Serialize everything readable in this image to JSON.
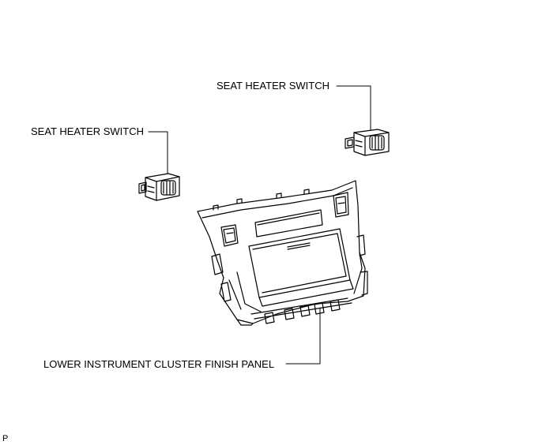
{
  "labels": {
    "seat_heater_switch_right": "SEAT HEATER SWITCH",
    "seat_heater_switch_left": "SEAT HEATER SWITCH",
    "lower_panel": "LOWER INSTRUMENT CLUSTER FINISH PANEL",
    "corner_mark": "P"
  },
  "colors": {
    "line": "#000000",
    "background": "#ffffff"
  }
}
